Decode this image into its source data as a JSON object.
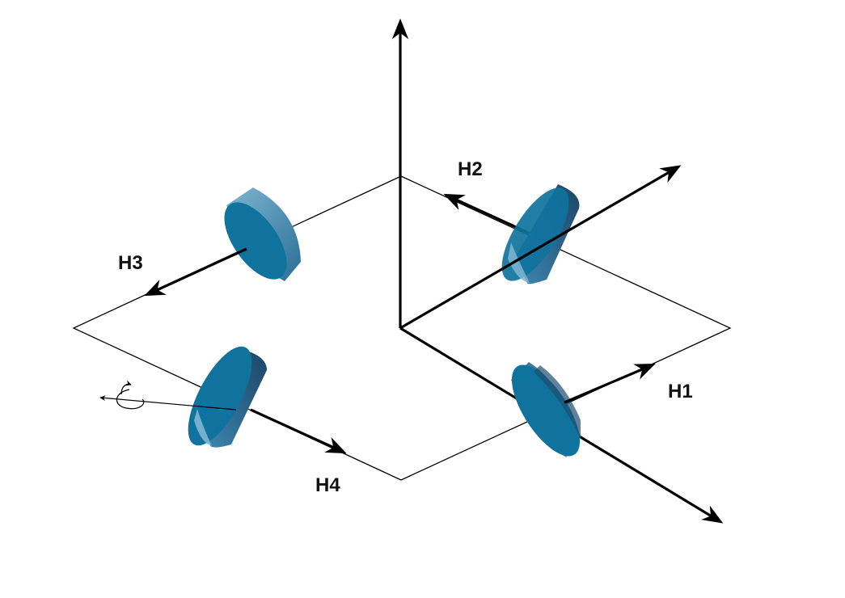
{
  "labels": {
    "h1": "H1",
    "h2": "H2",
    "h3": "H3",
    "h4": "H4"
  },
  "colors": {
    "disk_face": "#10739e",
    "disk_side_light": "#6aa8c6",
    "disk_side_dark": "#1d4f6e",
    "line": "#000000"
  }
}
